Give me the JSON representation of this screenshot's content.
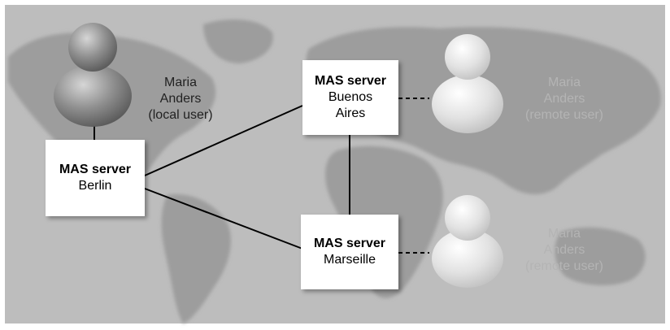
{
  "colors": {
    "background": "#bdbdbd",
    "landmass": "#9c9c9c",
    "server_box": "#ffffff",
    "local_user": "#8a8a8a",
    "remote_user": "#d9d9d9",
    "remote_text": "#b4b4b4"
  },
  "users": [
    {
      "id": "local",
      "lines": [
        "Maria",
        "Anders",
        "(local user)"
      ]
    },
    {
      "id": "remote-top",
      "lines": [
        "Maria",
        "Anders",
        "(remote user)"
      ]
    },
    {
      "id": "remote-bottom",
      "lines": [
        "Maria",
        "Anders",
        "(remote user)"
      ]
    }
  ],
  "servers": [
    {
      "id": "berlin",
      "title": "MAS server",
      "location": "Berlin"
    },
    {
      "id": "buenos-aires",
      "title": "MAS server",
      "location": "Buenos\nAires"
    },
    {
      "id": "marseille",
      "title": "MAS server",
      "location": "Marseille"
    }
  ],
  "connections": [
    {
      "from": "local",
      "to": "berlin",
      "style": "solid"
    },
    {
      "from": "berlin",
      "to": "buenos-aires",
      "style": "solid"
    },
    {
      "from": "berlin",
      "to": "marseille",
      "style": "solid"
    },
    {
      "from": "buenos-aires",
      "to": "marseille",
      "style": "solid"
    },
    {
      "from": "buenos-aires",
      "to": "remote-top",
      "style": "dashed"
    },
    {
      "from": "marseille",
      "to": "remote-bottom",
      "style": "dashed"
    }
  ]
}
